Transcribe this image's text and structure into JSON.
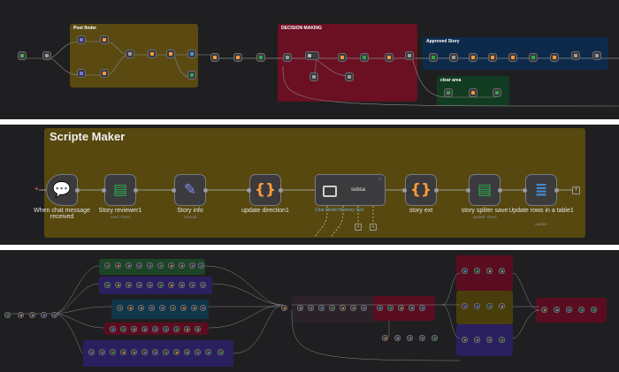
{
  "panel1": {
    "stickies": {
      "post_finder": "Post finder",
      "decision_making": "DECISION MAKING",
      "approved_story": "Approved Story",
      "clear_area": "clear area"
    }
  },
  "panel2": {
    "title": "Scripte Maker",
    "nodes": [
      {
        "label": "When chat message received",
        "sub": "",
        "icon": "chat-icon",
        "glyph": "💬"
      },
      {
        "label": "Story reviewer1",
        "sub": "read: sheet",
        "icon": "sheets-icon",
        "glyph": "▤"
      },
      {
        "label": "Story info",
        "sub": "manual",
        "icon": "pencil-icon",
        "glyph": "✎"
      },
      {
        "label": "update direction1",
        "sub": "",
        "icon": "code-braces-icon",
        "glyph": "{}"
      },
      {
        "label": "subsa",
        "sub": "",
        "icon": "robot-icon",
        "glyph": "▣"
      },
      {
        "label": "story ext",
        "sub": "",
        "icon": "code-braces-icon",
        "glyph": "{}"
      },
      {
        "label": "story spliter save",
        "sub": "update: sheet",
        "icon": "sheets-icon",
        "glyph": "▤"
      },
      {
        "label": "Update rows in a table1",
        "sub": "update",
        "icon": "database-icon",
        "glyph": "≣"
      }
    ],
    "agent_ports": "Chat Model  Memory  Tool",
    "colors": {
      "sticky": "#5c4d10",
      "green": "#2eaa4a",
      "purple": "#8b86ee",
      "orange": "#ff9a3c",
      "blue": "#4a90d9"
    }
  }
}
